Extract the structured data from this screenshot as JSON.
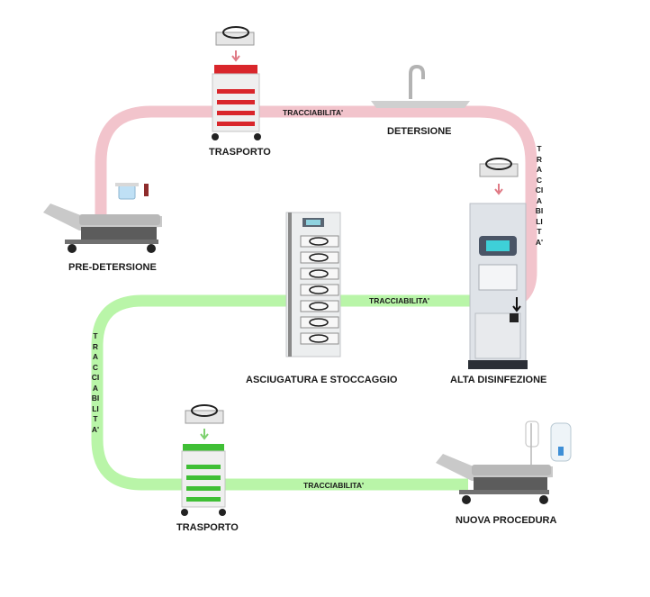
{
  "labels": {
    "pre_detersione": "PRE-DETERSIONE",
    "trasporto_top": "TRASPORTO",
    "detersione": "DETERSIONE",
    "alta_disinfezione": "ALTA DISINFEZIONE",
    "asciugatura": "ASCIUGATURA E STOCCAGGIO",
    "trasporto_bottom": "TRASPORTO",
    "nuova_procedura": "NUOVA PROCEDURA"
  },
  "traceability": {
    "top": "TRACCIABILITA'",
    "right": "TRACCIABILITA'",
    "middle": "TRACCIABILITA'",
    "left": "TRACCIABILITA'",
    "bottom": "TRACCIABILITA'"
  },
  "colors": {
    "dirty_path": "#f2c4cc",
    "clean_path": "#b9f5a8",
    "dirty_accent": "#d9262b",
    "clean_accent": "#3fbf35",
    "dirty_arrow": "#e07b86",
    "clean_arrow": "#7ed16f"
  }
}
